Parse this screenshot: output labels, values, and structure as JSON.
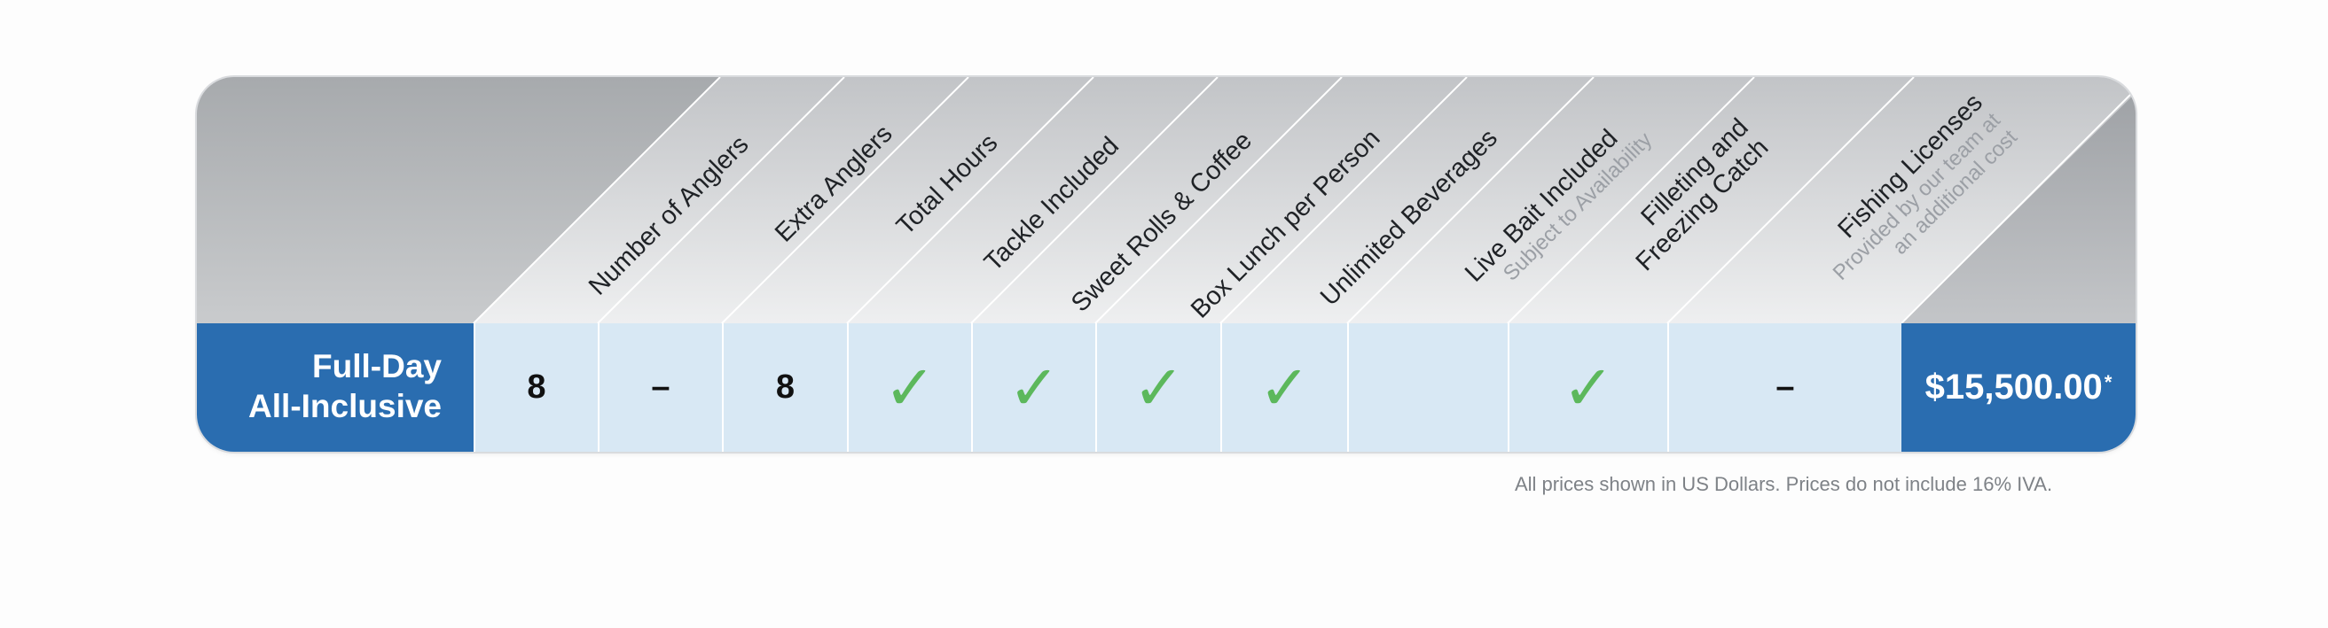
{
  "headers": [
    {
      "key": "anglers",
      "label": "Number of Anglers"
    },
    {
      "key": "extra",
      "label": "Extra Anglers"
    },
    {
      "key": "hours",
      "label": "Total Hours"
    },
    {
      "key": "tackle",
      "label": "Tackle Included"
    },
    {
      "key": "rolls",
      "label": "Sweet Rolls & Coffee"
    },
    {
      "key": "lunch",
      "label": "Box Lunch per Person"
    },
    {
      "key": "beverages",
      "label": "Unlimited Beverages"
    },
    {
      "key": "bait",
      "label": "Live Bait Included",
      "note": "Subject to Availability"
    },
    {
      "key": "fillet",
      "label_line1": "Filleting and",
      "label_line2": "Freezing Catch"
    },
    {
      "key": "licenses",
      "label": "Fishing Licenses",
      "note_line1": "Provided by our team at",
      "note_line2": "an additional cost"
    }
  ],
  "package": {
    "name_line1": "Full-Day",
    "name_line2": "All-Inclusive",
    "anglers": "8",
    "extra": "–",
    "hours": "8",
    "tackle": "✓",
    "rolls": "✓",
    "lunch": "✓",
    "beverages": "✓",
    "bait": "",
    "fillet": "✓",
    "licenses": "–",
    "price": "$15,500.00",
    "price_mark": "*"
  },
  "footnote": "All prices shown in US Dollars. Prices do not include 16% IVA.",
  "colors": {
    "accent": "#2a6db0",
    "cell": "#d8e8f4",
    "check": "#5cb85c",
    "header_gray": "#c4c6c9"
  }
}
